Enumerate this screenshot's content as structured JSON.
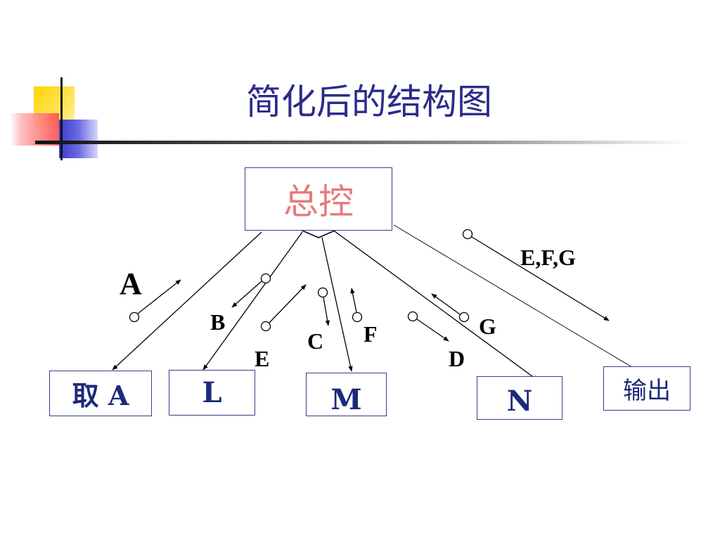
{
  "title": "简化后的结构图",
  "boxes": {
    "main": "总控",
    "take_a": "取 A",
    "l": "L",
    "m": "M",
    "n": "N",
    "output": "输出"
  },
  "flow_labels": {
    "a": "A",
    "b": "B",
    "c": "C",
    "d": "D",
    "e": "E",
    "f": "F",
    "g": "G",
    "efg": "E,F,G"
  },
  "colors": {
    "title": "#2b2b8a",
    "main_box_text": "#e87a7a",
    "box_border": "#3c3c8c",
    "box_text": "#1c2a7a"
  }
}
